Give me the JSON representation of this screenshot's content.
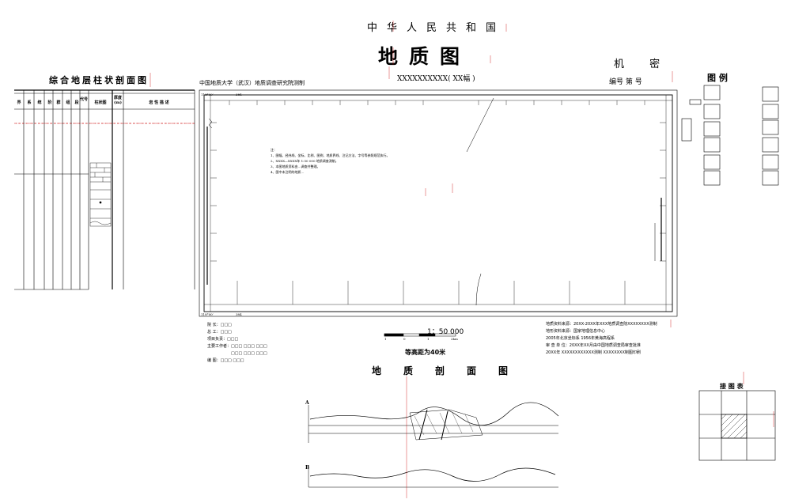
{
  "header": {
    "country": "中华人民共和国",
    "map_title": "地质图",
    "sheet_code": "XXXXXXXXXX( XX幅 )",
    "secret": "机 密",
    "serial_label": "编号  第      号",
    "legend_title": "图   例"
  },
  "column_section": {
    "title": "综合地层柱状剖面图",
    "headers": [
      "界",
      "系",
      "统",
      "阶",
      "群",
      "组",
      "段",
      "代号",
      "柱状图",
      "厚度(m)",
      "岩 性 描 述"
    ]
  },
  "org_text": "中国地质大学（武汉）地质调查研究院测制",
  "main_map": {
    "notes_heading": "注：",
    "notes": [
      "1、图幅、经纬线、坐标、比例、图例、地质界线、注记方法、字号等参照规范执行。",
      "2、XXXX—XXXX年 1:50 000 地质调查测制。",
      "3、本图地质资料由…调查并整理。",
      "4、图中未注明的地质…"
    ],
    "corner_tl": "118°00′",
    "corner_bl": "118°00′",
    "tick_tl": "384",
    "tick_bl": "384"
  },
  "credits": {
    "rows": [
      {
        "label": "院    长：",
        "value": "□□□"
      },
      {
        "label": "总    工：",
        "value": "□□□"
      },
      {
        "label": "项目负责：",
        "value": "□□□"
      },
      {
        "label": "主要工作者：",
        "value": "□□□  □□□  □□□"
      },
      {
        "label": "",
        "value": "□□□  □□□  □□□"
      },
      {
        "label": "编    图：",
        "value": "□□□  □□□"
      }
    ]
  },
  "scale": {
    "ratio": "1：50 000",
    "contour": "等高距为40米",
    "bar_labels": [
      "1",
      "0",
      "1",
      "2km"
    ]
  },
  "info": {
    "lines": [
      "地质资料来源：20XX-20XX年XXX地质调查院XXXXXXXX测制",
      "地形资料来源：国家地理信息中心",
      "            2005年北京坐标系  1956年黄海高程系",
      "审 查 单 位：20XX年XX月由中国地质调查局审查批准",
      "20XX年 XXXXXXXXXXXX测制  XXXXXXXX制图印刷"
    ]
  },
  "section": {
    "title": "地质剖面图",
    "label_a": "A",
    "label_b": "B"
  },
  "index_map": {
    "title": "接 图 表"
  }
}
